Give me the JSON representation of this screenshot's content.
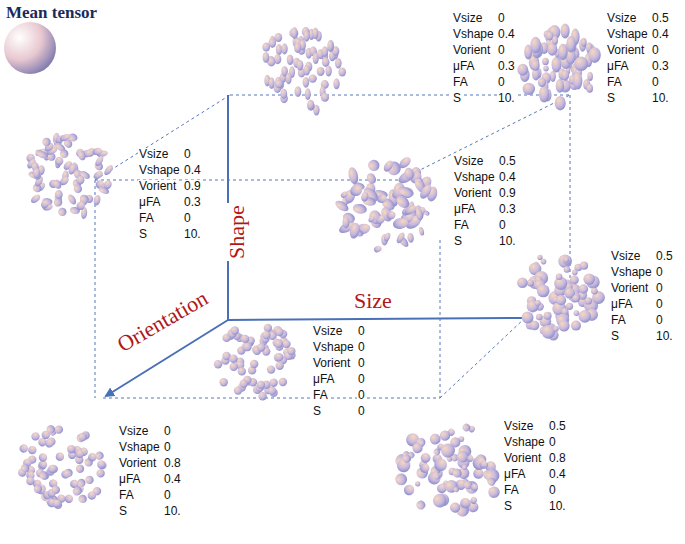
{
  "diagram": {
    "labels": [
      "Mean tensor",
      "Shape",
      "Size",
      "Orientation",
      "Vsize",
      "0",
      "Vshape",
      "0.4",
      "Vorient",
      "0",
      "μFA",
      "0.3",
      "FA",
      "0",
      "S",
      "10.",
      "Vsize",
      "0.5",
      "Vshape",
      "0.4",
      "Vorient",
      "0",
      "μFA",
      "0.3",
      "FA",
      "0",
      "S",
      "10.",
      "Vsize",
      "0",
      "Vshape",
      "0.4",
      "Vorient",
      "0.9",
      "μFA",
      "0.3",
      "FA",
      "0",
      "S",
      "10.",
      "Vsize",
      "0.5",
      "Vshape",
      "0.4",
      "Vorient",
      "0.9",
      "μFA",
      "0.3",
      "FA",
      "0",
      "S",
      "10.",
      "Vsize",
      "0.5",
      "Vshape",
      "0",
      "Vorient",
      "0",
      "μFA",
      "0",
      "FA",
      "0",
      "S",
      "10.",
      "Vsize",
      "0",
      "Vshape",
      "0",
      "Vorient",
      "0",
      "μFA",
      "0",
      "FA",
      "0",
      "S",
      "0",
      "Vsize",
      "0",
      "Vshape",
      "0",
      "Vorient",
      "0.8",
      "μFA",
      "0.4",
      "FA",
      "0",
      "S",
      "10.",
      "Vsize",
      "0.5",
      "Vshape",
      "0",
      "Vorient",
      "0.8",
      "μFA",
      "0.4",
      "FA",
      "0",
      "S",
      "10."
    ]
  }
}
